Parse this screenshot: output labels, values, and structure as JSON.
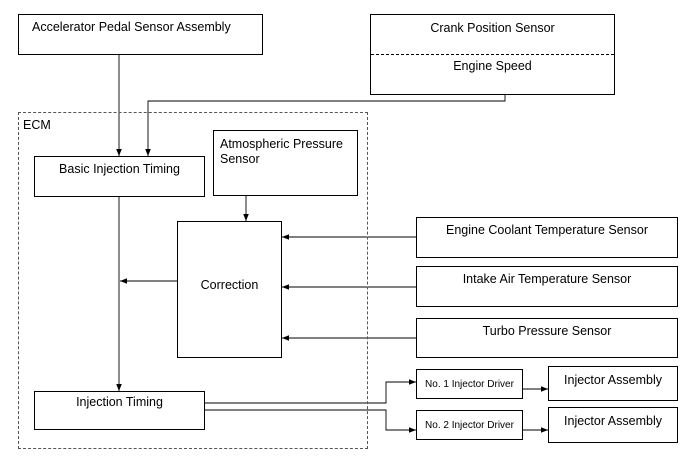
{
  "ecm": {
    "label": "ECM"
  },
  "sensors": {
    "accelerator": "Accelerator Pedal Sensor Assembly",
    "crank": "Crank Position Sensor",
    "engine_speed": "Engine Speed",
    "atmospheric_line1": "Atmospheric Pressure",
    "atmospheric_line2": "Sensor",
    "coolant": "Engine Coolant Temperature Sensor",
    "intake_air": "Intake Air Temperature Sensor",
    "turbo": "Turbo Pressure Sensor"
  },
  "blocks": {
    "basic_injection_timing": "Basic Injection Timing",
    "correction": "Correction",
    "injection_timing": "Injection Timing"
  },
  "outputs": {
    "driver1": "No. 1 Injector Driver",
    "driver2": "No. 2 Injector Driver",
    "injector1": "Injector Assembly",
    "injector2": "Injector Assembly"
  }
}
